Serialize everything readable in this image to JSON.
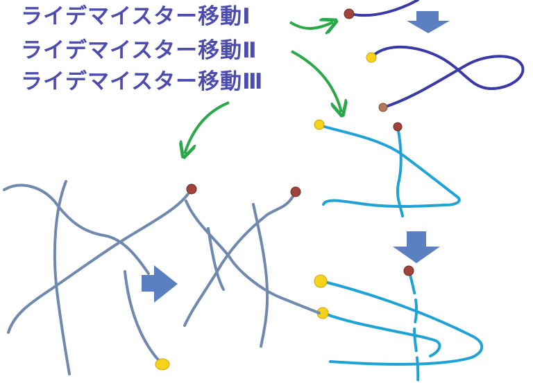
{
  "labels": [
    "ライデマイスター移動Ⅰ",
    "ライデマイスター移動Ⅱ",
    "ライデマイスター移動Ⅲ"
  ],
  "colors": {
    "label_text": "#4b4bb0",
    "move1_strand": "#3a3aa6",
    "move2_strand": "#1fa3d6",
    "move3_strand": "#6f88ad",
    "arrow_green": "#2aa84a",
    "block_arrow": "#5b7fc0",
    "endpoint_red": "#a0433a",
    "endpoint_yellow": "#f6d21a",
    "endpoint_orange": "#b07a58"
  },
  "icons": {
    "label_arrow": "curved-green-arrow",
    "transition_arrow": "block-down-arrow",
    "transition_arrow_right": "block-right-arrow",
    "endpoint": "circle-dot"
  }
}
